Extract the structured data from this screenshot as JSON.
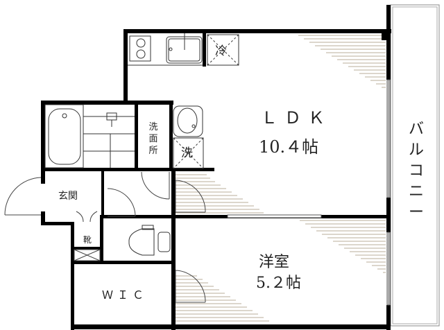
{
  "floor_plan": {
    "rooms": {
      "ldk": {
        "name": "ＬＤＫ",
        "size": "10.４帖"
      },
      "western_room": {
        "name": "洋室",
        "size": "5.２帖"
      },
      "wic": {
        "name": "ＷＩＣ"
      },
      "entrance": {
        "name": "玄関"
      },
      "shoe_closet": {
        "name": "靴"
      },
      "washroom": {
        "name": "洗面所"
      },
      "balcony": {
        "name": "バルコニー"
      }
    },
    "fixtures": {
      "washer": {
        "name": "洗"
      },
      "fridge": {
        "name": "冷"
      }
    },
    "colors": {
      "wall": "#000000",
      "floor_hatch": "#b8ad9a",
      "line": "#555555",
      "background": "#ffffff"
    }
  }
}
